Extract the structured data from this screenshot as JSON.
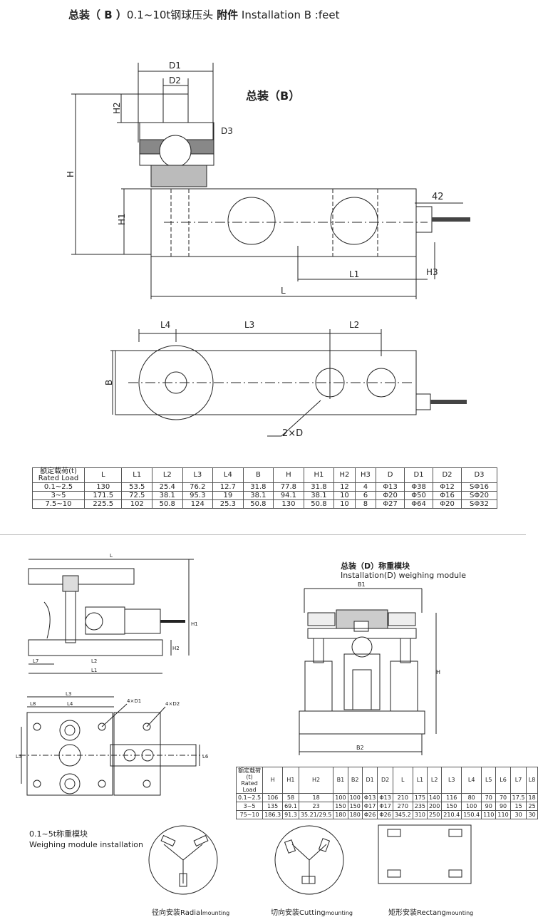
{
  "header": {
    "prefix_bold": "总装",
    "paren_b": "（ B ）",
    "range_text": "0.1~10t钢球压头",
    "attach_bold": "附件",
    "english": "Installation B :feet"
  },
  "drawing_b": {
    "assembly_label": "总装（B）",
    "dims": {
      "D1": "D1",
      "D2": "D2",
      "D3": "D3",
      "H2": "H2",
      "H": "H",
      "H1": "H1",
      "H3": "H3",
      "L": "L",
      "L1": "L1",
      "L2": "L2",
      "L3": "L3",
      "L4": "L4",
      "B": "B",
      "twoxD": "2×D",
      "cable": "42"
    }
  },
  "table_b": {
    "headers": [
      "额定载荷(t)\nRated Load",
      "L",
      "L1",
      "L2",
      "L3",
      "L4",
      "B",
      "H",
      "H1",
      "H2",
      "H3",
      "D",
      "D1",
      "D2",
      "D3"
    ],
    "rows": [
      [
        "0.1~2.5",
        "130",
        "53.5",
        "25.4",
        "76.2",
        "12.7",
        "31.8",
        "77.8",
        "31.8",
        "12",
        "4",
        "Φ13",
        "Φ38",
        "Φ12",
        "SΦ16"
      ],
      [
        "3~5",
        "171.5",
        "72.5",
        "38.1",
        "95.3",
        "19",
        "38.1",
        "94.1",
        "38.1",
        "10",
        "6",
        "Φ20",
        "Φ50",
        "Φ16",
        "SΦ20"
      ],
      [
        "7.5~10",
        "225.5",
        "102",
        "50.8",
        "124",
        "25.3",
        "50.8",
        "130",
        "50.8",
        "10",
        "8",
        "Φ27",
        "Φ64",
        "Φ20",
        "SΦ32"
      ]
    ]
  },
  "module_d": {
    "title_cn": "总装（D）称重模块",
    "title_en": "Installation(D) weighing module",
    "dims": {
      "B1": "B1",
      "B2": "B2",
      "H": "H"
    }
  },
  "module_left_dims": {
    "L": "L",
    "H1": "H1",
    "H2": "H2",
    "L7": "L7",
    "L2": "L2",
    "L1": "L1",
    "L3": "L3",
    "L8": "L8",
    "L4": "L4",
    "L5": "L5",
    "L6": "L6",
    "D1": "4×D1",
    "D2": "4×D2"
  },
  "table_d": {
    "headers": [
      "额定载荷(t)\nRated Load",
      "H",
      "H1",
      "H2",
      "B1",
      "B2",
      "D1",
      "D2",
      "L",
      "L1",
      "L2",
      "L3",
      "L4",
      "L5",
      "L6",
      "L7",
      "L8"
    ],
    "rows": [
      [
        "0.1~2.5",
        "106",
        "58",
        "18",
        "100",
        "100",
        "Φ13",
        "Φ13",
        "210",
        "175",
        "140",
        "116",
        "80",
        "70",
        "70",
        "17.5",
        "18"
      ],
      [
        "3~5",
        "135",
        "69.1",
        "23",
        "150",
        "150",
        "Φ17",
        "Φ17",
        "270",
        "235",
        "200",
        "150",
        "100",
        "90",
        "90",
        "15",
        "25"
      ],
      [
        "75~10",
        "186.3",
        "91.3",
        "35.21/29.5",
        "180",
        "180",
        "Φ26",
        "Φ26",
        "345.2",
        "310",
        "250",
        "210.4",
        "150.4",
        "110",
        "110",
        "30",
        "30"
      ]
    ]
  },
  "install": {
    "title_cn": "0.1~5t称重模块",
    "title_en": "Weighing module installation",
    "captions": [
      {
        "cn": "径向安装Radial",
        "en": "mounting"
      },
      {
        "cn": "切向安装Cutting",
        "en": "mounting"
      },
      {
        "cn": "矩形安装Rectang",
        "en": "mounting"
      }
    ]
  }
}
